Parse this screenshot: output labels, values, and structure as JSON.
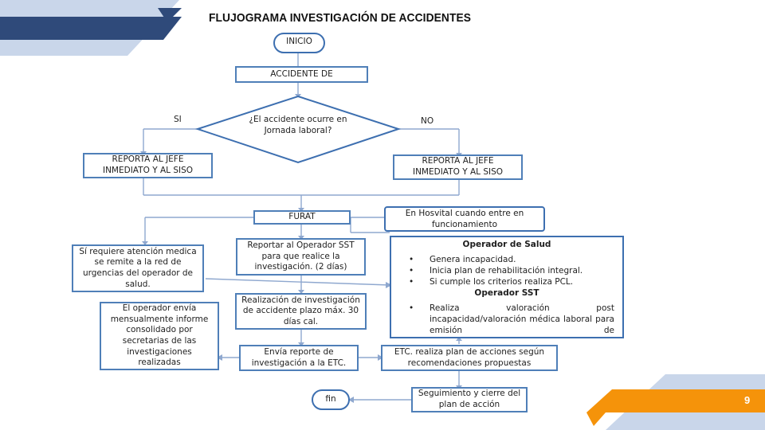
{
  "slide": {
    "title": "FLUJOGRAMA INVESTIGACIÓN DE ACCIDENTES",
    "page_number": "9"
  },
  "colors": {
    "navy": "#2f4a7a",
    "light_blue": "#c9d6ea",
    "orange": "#f5930a",
    "box_border": "#3d6fb0",
    "connector": "#8fa8cf"
  },
  "flow": {
    "start": "INICIO",
    "accident": "ACCIDENTE DE",
    "decision": "¿El accidente ocurre en Jornada laboral?",
    "yes_label": "SI",
    "no_label": "NO",
    "report_left": "REPORTA AL JEFE INMEDIATO Y AL SISO",
    "report_right": "REPORTA AL JEFE INMEDIATO Y AL SISO",
    "furat": "FURAT",
    "hosvital_note": "En Hosvital cuando entre en funcionamiento",
    "medical_care": "Sí requiere atención medica se remite a la red de urgencias del operador de salud.",
    "report_sst": "Reportar al Operador SST para que realice la investigación. (2 días)",
    "investigation": "Realización de investigación de accidente plazo máx. 30 días cal.",
    "monthly_report": "El operador envía mensualmente informe consolidado por secretarias de las investigaciones realizadas",
    "send_etc": "Envía reporte de investigación a la ETC.",
    "etc_plan": "ETC. realiza plan de acciones según recomendaciones propuestas",
    "follow_up": "Seguimiento y cierre del plan de acción",
    "end": "fin",
    "health_operator": {
      "title": "Operador de Salud",
      "items": [
        "Genera incapacidad.",
        "Inicia plan de rehabilitación integral.",
        "Si cumple los criterios realiza PCL."
      ]
    },
    "sst_operator": {
      "title": "Operador SST",
      "items": [
        "Realiza valoración post incapacidad/valoración médica laboral para emisión de"
      ]
    }
  }
}
